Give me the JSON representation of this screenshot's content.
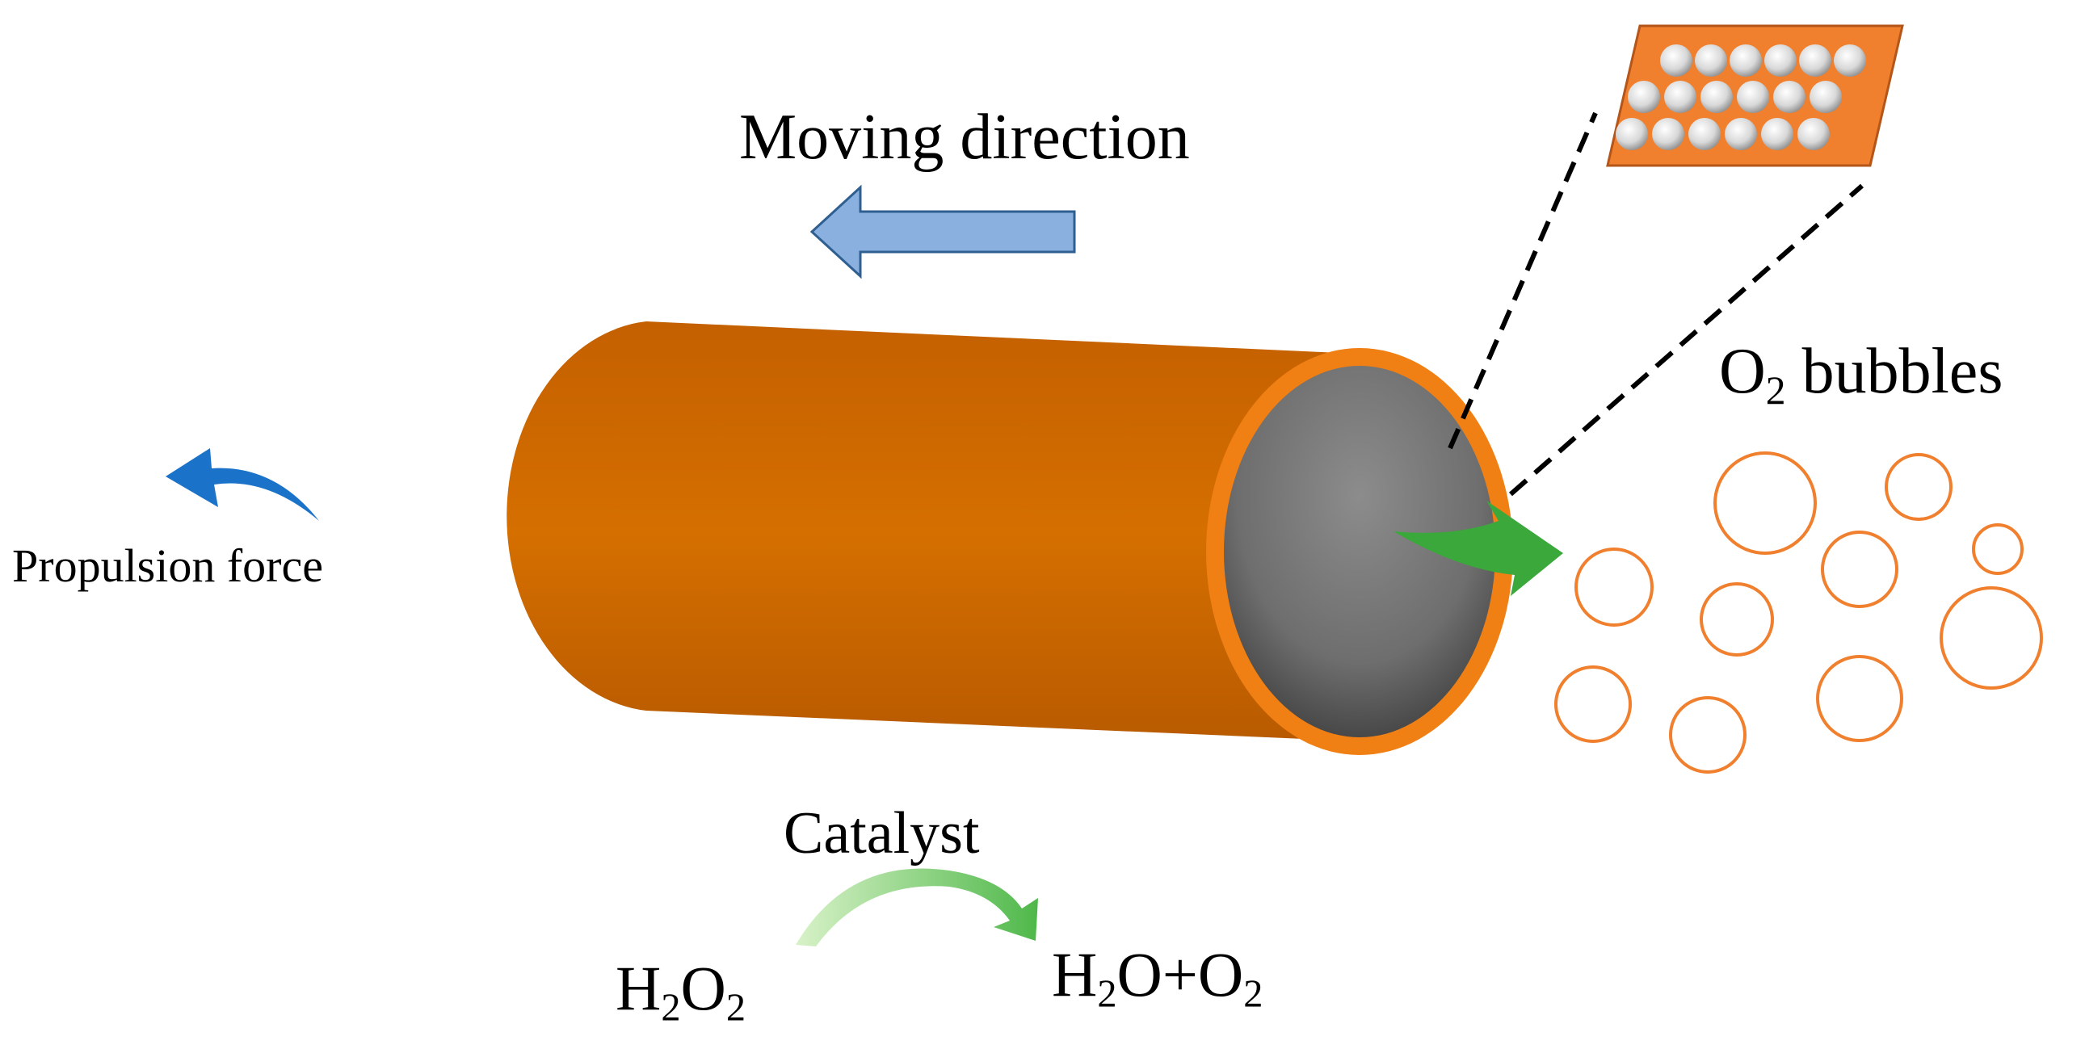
{
  "labels": {
    "moving_direction": "Moving direction",
    "propulsion_force": "Propulsion force",
    "catalyst": "Catalyst",
    "bubbles": {
      "prefix": "O",
      "sub": "2",
      "suffix": " bubbles"
    },
    "reactant": {
      "a": "H",
      "a_sub": "2",
      "b": "O",
      "b_sub": "2"
    },
    "products": {
      "a": "H",
      "a_sub": "2",
      "b": "O+O",
      "b_sub": "2"
    }
  },
  "colors": {
    "tube_body": "#cc6600",
    "tube_rim": "#f07f14",
    "tube_inner": "#7a7a7a",
    "moving_arrow": "#8ab0e0",
    "propulsion_arrow": "#1a73c8",
    "green_arrow": "#3aa83a",
    "catalyst_arrow": "#5cc05c",
    "bubble_stroke": "#f07f2e",
    "membrane": "#f07f2e"
  },
  "icons": {
    "moving": "left-arrow-icon",
    "propulsion": "curved-arrow-icon",
    "catalyst": "curved-reaction-arrow-icon"
  }
}
